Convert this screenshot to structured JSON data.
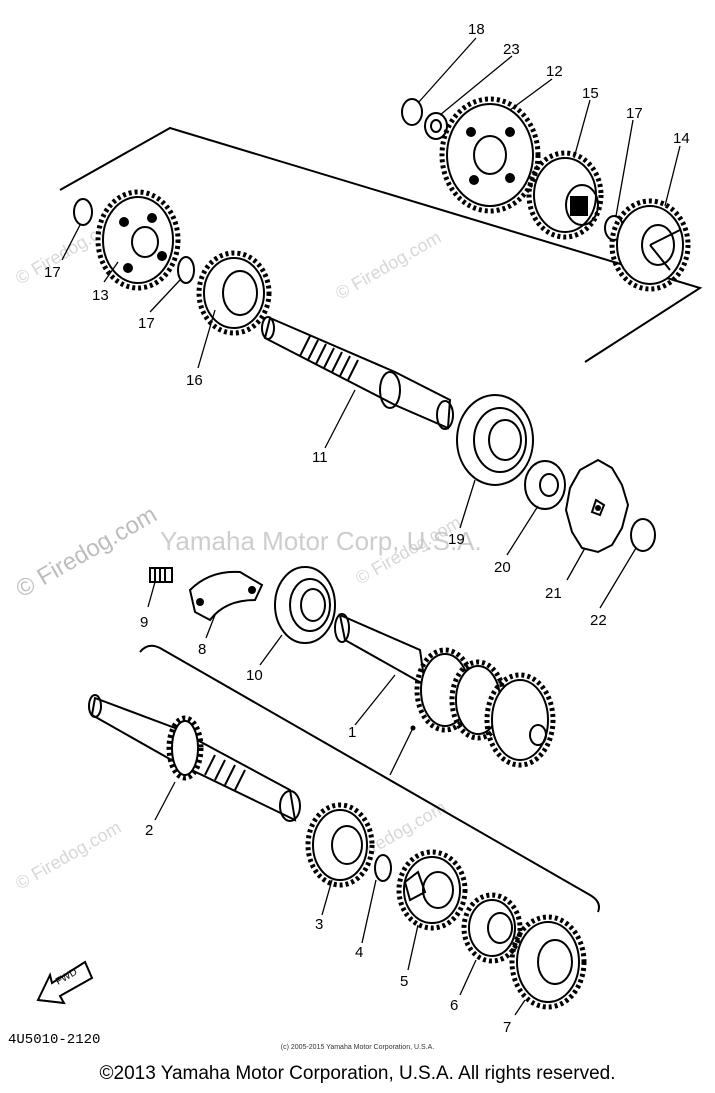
{
  "watermarks": {
    "firedog_1": "© Firedog.com",
    "firedog_2": "© Firedog.com",
    "firedog_3": "© Firedog.com",
    "firedog_4": "© Firedog.com",
    "firedog_5": "© Firedog.com",
    "firedog_6": "© Firedog.com",
    "yamaha": "Yamaha Motor Corp, U.S.A."
  },
  "parts": [
    {
      "num": "1"
    },
    {
      "num": "2"
    },
    {
      "num": "3"
    },
    {
      "num": "4"
    },
    {
      "num": "5"
    },
    {
      "num": "6"
    },
    {
      "num": "7"
    },
    {
      "num": "8"
    },
    {
      "num": "9"
    },
    {
      "num": "10"
    },
    {
      "num": "11"
    },
    {
      "num": "12"
    },
    {
      "num": "13"
    },
    {
      "num": "14"
    },
    {
      "num": "15"
    },
    {
      "num": "16"
    },
    {
      "num": "17"
    },
    {
      "num": "17"
    },
    {
      "num": "17"
    },
    {
      "num": "18"
    },
    {
      "num": "19"
    },
    {
      "num": "20"
    },
    {
      "num": "21"
    },
    {
      "num": "22"
    },
    {
      "num": "23"
    }
  ],
  "fwd_label": "FWD",
  "diagram_code": "4U5010-2120",
  "small_copyright": "(c) 2005-2015 Yamaha Motor Corporation, U.S.A.",
  "footer_copyright": "©2013 Yamaha Motor Corporation, U.S.A. All rights reserved."
}
